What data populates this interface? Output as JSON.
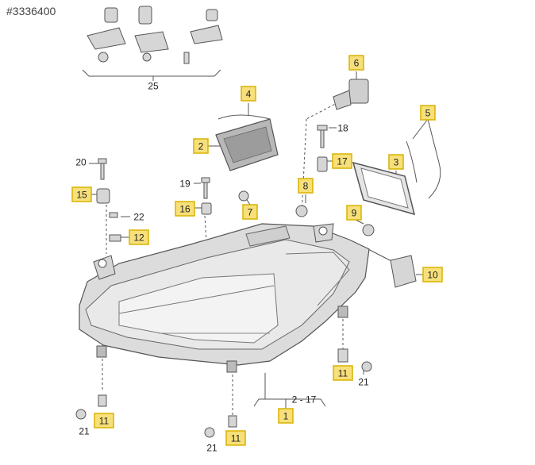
{
  "diagram": {
    "ref_id": "#3336400",
    "colors": {
      "callout_fill": "#f7e07a",
      "callout_stroke": "#d9b300",
      "line": "#555555",
      "part_fill": "#d6d6d6",
      "part_dark": "#888888"
    },
    "callouts": [
      {
        "id": "c25",
        "label": "25",
        "highlighted": false
      },
      {
        "id": "c6",
        "label": "6",
        "highlighted": true
      },
      {
        "id": "c4",
        "label": "4",
        "highlighted": true
      },
      {
        "id": "c5",
        "label": "5",
        "highlighted": true
      },
      {
        "id": "c2",
        "label": "2",
        "highlighted": true
      },
      {
        "id": "c18",
        "label": "18",
        "highlighted": false
      },
      {
        "id": "c17",
        "label": "17",
        "highlighted": true
      },
      {
        "id": "c3",
        "label": "3",
        "highlighted": true
      },
      {
        "id": "c20",
        "label": "20",
        "highlighted": false
      },
      {
        "id": "c19",
        "label": "19",
        "highlighted": false
      },
      {
        "id": "c8",
        "label": "8",
        "highlighted": true
      },
      {
        "id": "c15",
        "label": "15",
        "highlighted": true
      },
      {
        "id": "c16",
        "label": "16",
        "highlighted": true
      },
      {
        "id": "c7",
        "label": "7",
        "highlighted": true
      },
      {
        "id": "c9",
        "label": "9",
        "highlighted": true
      },
      {
        "id": "c22",
        "label": "22",
        "highlighted": false
      },
      {
        "id": "c12",
        "label": "12",
        "highlighted": true
      },
      {
        "id": "c10",
        "label": "10",
        "highlighted": true
      },
      {
        "id": "c11a",
        "label": "11",
        "highlighted": true
      },
      {
        "id": "c21a",
        "label": "21",
        "highlighted": false
      },
      {
        "id": "c1",
        "label": "1",
        "highlighted": true
      },
      {
        "id": "c2to17",
        "label": "2 - 17",
        "highlighted": false
      },
      {
        "id": "c11b",
        "label": "11",
        "highlighted": true
      },
      {
        "id": "c21b",
        "label": "21",
        "highlighted": false
      },
      {
        "id": "c11c",
        "label": "11",
        "highlighted": true
      },
      {
        "id": "c21c",
        "label": "21",
        "highlighted": false
      }
    ]
  }
}
